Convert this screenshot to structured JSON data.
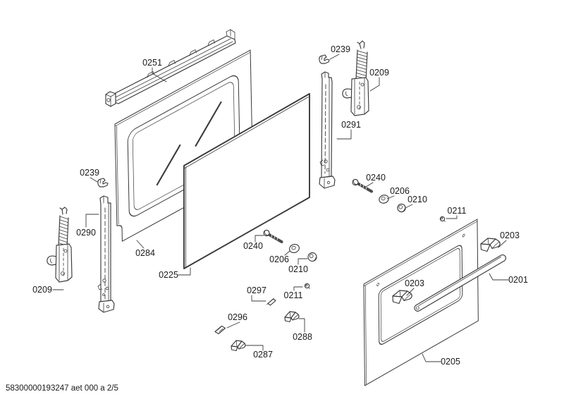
{
  "page": {
    "footer_code": "58300000193247 aet 000 a 2/5"
  },
  "colors": {
    "bg": "#ffffff",
    "line": "#3b3b3b",
    "ink": "#1a1a1a"
  },
  "callouts": [
    {
      "label": "0251"
    },
    {
      "label": "0239"
    },
    {
      "label": "0209"
    },
    {
      "label": "0291"
    },
    {
      "label": "0240"
    },
    {
      "label": "0206"
    },
    {
      "label": "0210"
    },
    {
      "label": "0211"
    },
    {
      "label": "0203"
    },
    {
      "label": "0201"
    },
    {
      "label": "0203"
    },
    {
      "label": "0205"
    },
    {
      "label": "0239"
    },
    {
      "label": "0290"
    },
    {
      "label": "0209"
    },
    {
      "label": "0284"
    },
    {
      "label": "0225"
    },
    {
      "label": "0240"
    },
    {
      "label": "0206"
    },
    {
      "label": "0210"
    },
    {
      "label": "0297"
    },
    {
      "label": "0211"
    },
    {
      "label": "0296"
    },
    {
      "label": "0288"
    },
    {
      "label": "0287"
    }
  ]
}
